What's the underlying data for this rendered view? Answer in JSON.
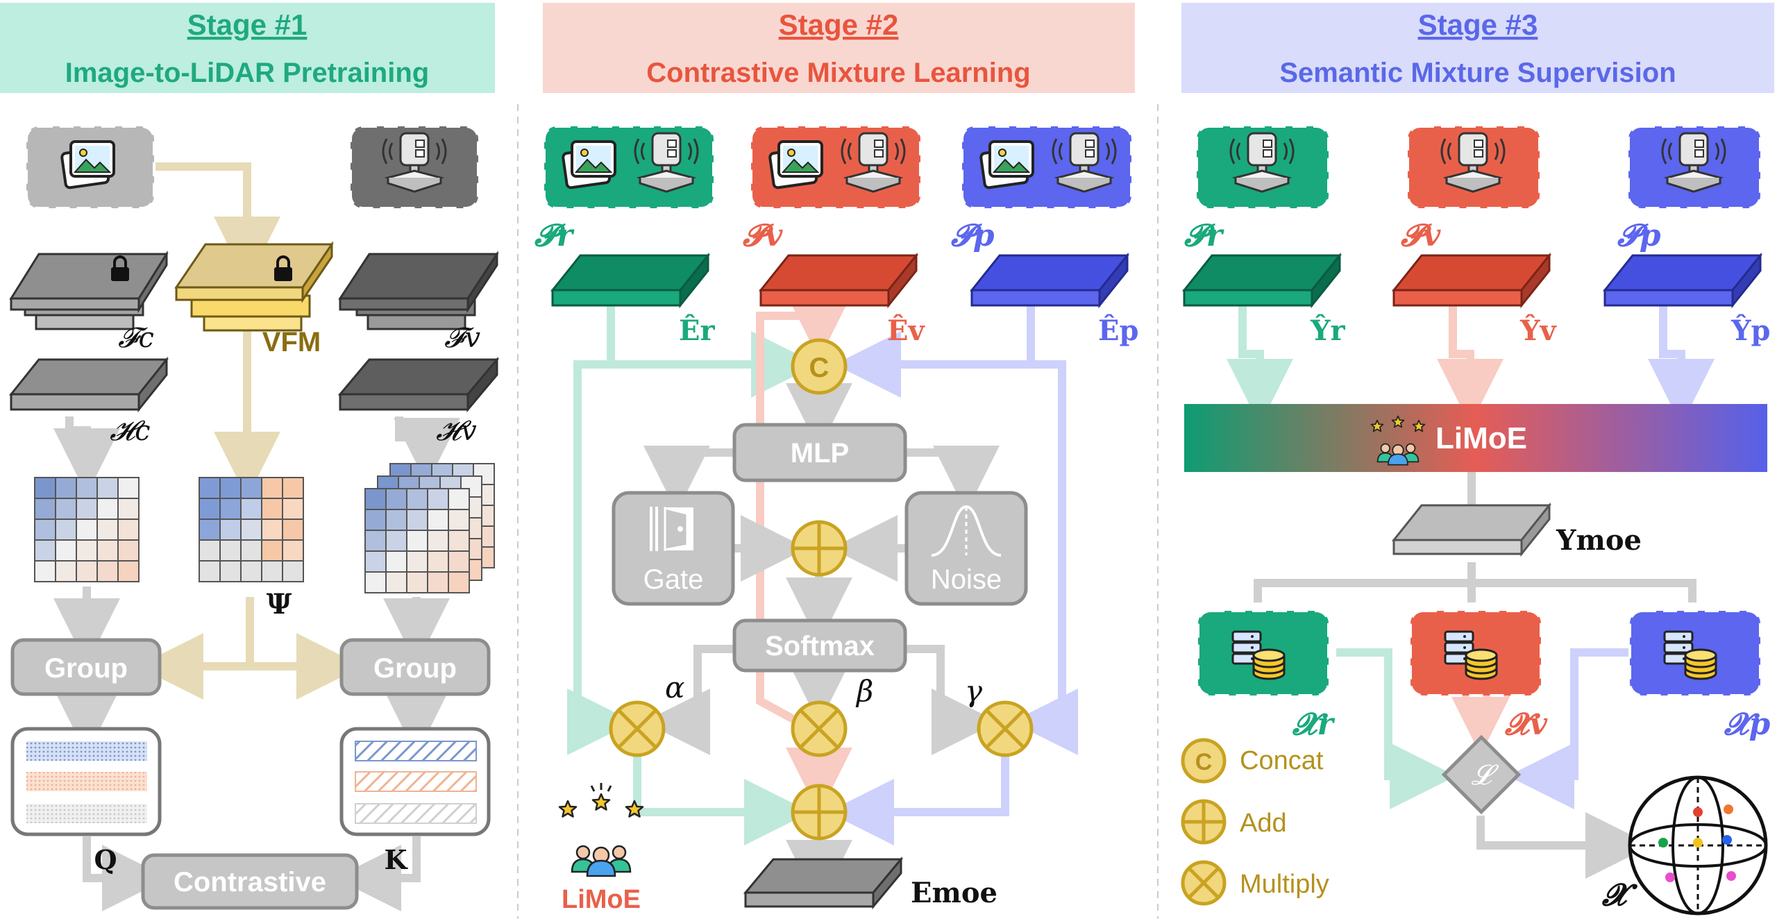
{
  "stage1": {
    "title": "Stage #1",
    "subtitle": "Image-to-LiDAR Pretraining",
    "vfm_label": "VFM",
    "fc_label": "𝓕c",
    "fv_label": "𝓕v",
    "hc_label": "𝓗c",
    "hv_label": "𝓗v",
    "psi_label": "Ψ",
    "group_left": "Group",
    "group_right": "Group",
    "q_label": "Q",
    "k_label": "K",
    "contrastive_label": "Contrastive"
  },
  "stage2": {
    "title": "Stage #2",
    "subtitle": "Contrastive Mixture Learning",
    "p_r": "𝓟r",
    "p_v": "𝓟v",
    "p_p": "𝓟p",
    "e_r": "Êr",
    "e_v": "Êv",
    "e_p": "Êp",
    "concat_symbol": "C",
    "mlp_label": "MLP",
    "gate_label": "Gate",
    "noise_label": "Noise",
    "softmax_label": "Softmax",
    "alpha": "α",
    "beta": "β",
    "gamma": "γ",
    "limoe_label": "LiMoE",
    "e_moe": "Emoe"
  },
  "stage3": {
    "title": "Stage #3",
    "subtitle": "Semantic Mixture Supervision",
    "p_r": "𝓟r",
    "p_v": "𝓟v",
    "p_p": "𝓟p",
    "y_r": "Ŷr",
    "y_v": "Ŷv",
    "y_p": "Ŷp",
    "limoe_bar_label": "LiMoE",
    "y_moe": "Ymoe",
    "x_r": "𝓧r",
    "x_v": "𝓧v",
    "x_p": "𝓧p",
    "loss_label": "𝓛",
    "x_label": "𝓧",
    "legend": {
      "concat": "Concat",
      "add": "Add",
      "multiply": "Multiply"
    }
  },
  "colors": {
    "stage1_header": "#bdeee0",
    "stage1_text": "#1fa97f",
    "stage2_header": "#f9d7d1",
    "stage2_text": "#e8553d",
    "stage3_header": "#d9dcfb",
    "stage3_text": "#5a68e8",
    "green": "#19a97c",
    "red": "#e9604a",
    "blue": "#5c66ee",
    "gold": "#f1d77e",
    "gold_stroke": "#c9a321",
    "gold_text": "#b5911b",
    "gray_box": "#c6c6c6"
  },
  "icons": [
    "image-icon",
    "lidar-icon",
    "lock-icon",
    "database-icon",
    "people-stars-icon",
    "door-icon",
    "gaussian-icon",
    "sphere-icon"
  ]
}
